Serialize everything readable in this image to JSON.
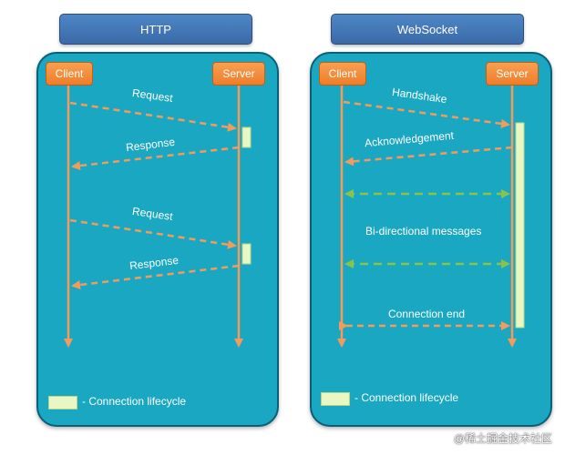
{
  "titles": {
    "left": "HTTP",
    "right": "WebSocket"
  },
  "http": {
    "client": "Client",
    "server": "Server",
    "request_1": "Request",
    "response_1": "Response",
    "request_2": "Request",
    "response_2": "Response",
    "legend": "- Connection lifecycle"
  },
  "websocket": {
    "client": "Client",
    "server": "Server",
    "handshake": "Handshake",
    "acknowledgement": "Acknowledgement",
    "messages": "Bi-directional messages",
    "connection_end": "Connection end",
    "legend": "- Connection lifecycle"
  },
  "watermark": "@稀土掘金技术社区",
  "colors": {
    "panel": "#1aa7c2",
    "node": "#ef7d2a",
    "arrow_orange": "#f49b5c",
    "arrow_green": "#8bc34a",
    "lifecycle": "#e8f7c4"
  }
}
